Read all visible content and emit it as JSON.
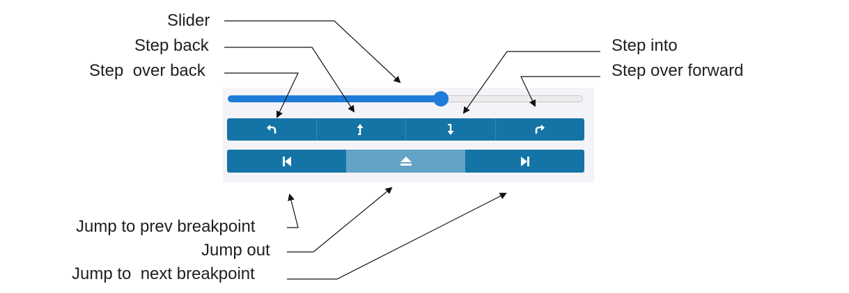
{
  "labels": {
    "slider": "Slider",
    "step_back": "Step back",
    "step_over_back": "Step  over back",
    "step_into": "Step into",
    "step_over_forward": "Step over forward",
    "jump_prev": "Jump to prev breakpoint",
    "jump_out": "Jump out",
    "jump_next": "Jump to  next breakpoint"
  },
  "slider": {
    "value_fraction": 0.6
  },
  "buttons_row1": [
    {
      "icon": "step-over-back-icon"
    },
    {
      "icon": "step-back-icon"
    },
    {
      "icon": "step-into-icon"
    },
    {
      "icon": "step-over-forward-icon"
    }
  ],
  "buttons_row2": [
    {
      "icon": "jump-prev-breakpoint-icon"
    },
    {
      "icon": "jump-out-icon",
      "state": "disabled"
    },
    {
      "icon": "jump-next-breakpoint-icon"
    }
  ],
  "colors": {
    "button": "#1574a6",
    "button_disabled": "#63a3c6",
    "slider_fill": "#1e7bd8",
    "arrow": "#111111"
  }
}
